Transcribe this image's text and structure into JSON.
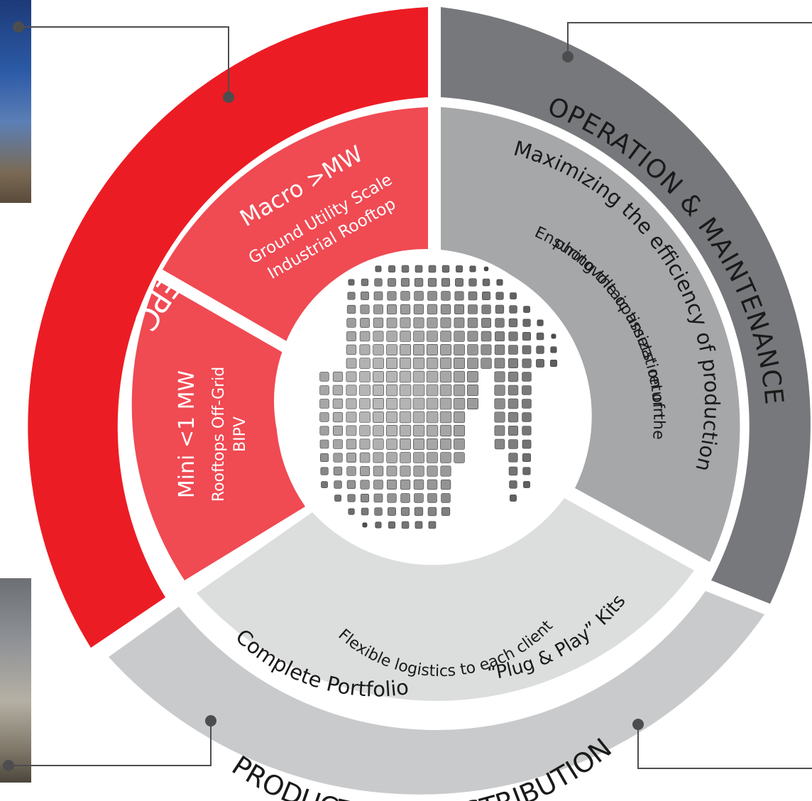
{
  "colors": {
    "epc": "#ec1c24",
    "epc_inner": "#f04a53",
    "om": "#77787b",
    "om_inner": "#a6a7a9",
    "pd": "#c9cacb",
    "pd_inner": "#dcdddd",
    "leader": "#4d4d4f",
    "text_dark": "#1a1a1a"
  },
  "outer": {
    "epc": "EPC",
    "om": "OPERATION & MAINTENANCE",
    "pd": "PRODUCTION & DISTRIBUTION"
  },
  "epc_macro": {
    "title": "Macro >MW",
    "line1": "Ground   Utility Scale",
    "line2": "Industrial Rooftop"
  },
  "epc_mini": {
    "title": "Mini  <1 MW",
    "line1": "Rooftops  Off-Grid",
    "line2": "BIPV"
  },
  "om_inner": {
    "title": "Maximizing the efficiency of production",
    "line1": "Ensuring the optimization of the",
    "line2": "photovoltaic assets' return"
  },
  "pd_inner": {
    "line1": "Flexible logistics to each client",
    "line2a": "Complete Portfolio",
    "line2b": "“Plug & Play” Kits"
  },
  "icons": {
    "center": "globe-mosaic-icon",
    "photo_top": "solar-panels-photo",
    "photo_bottom": "factory-photo"
  }
}
